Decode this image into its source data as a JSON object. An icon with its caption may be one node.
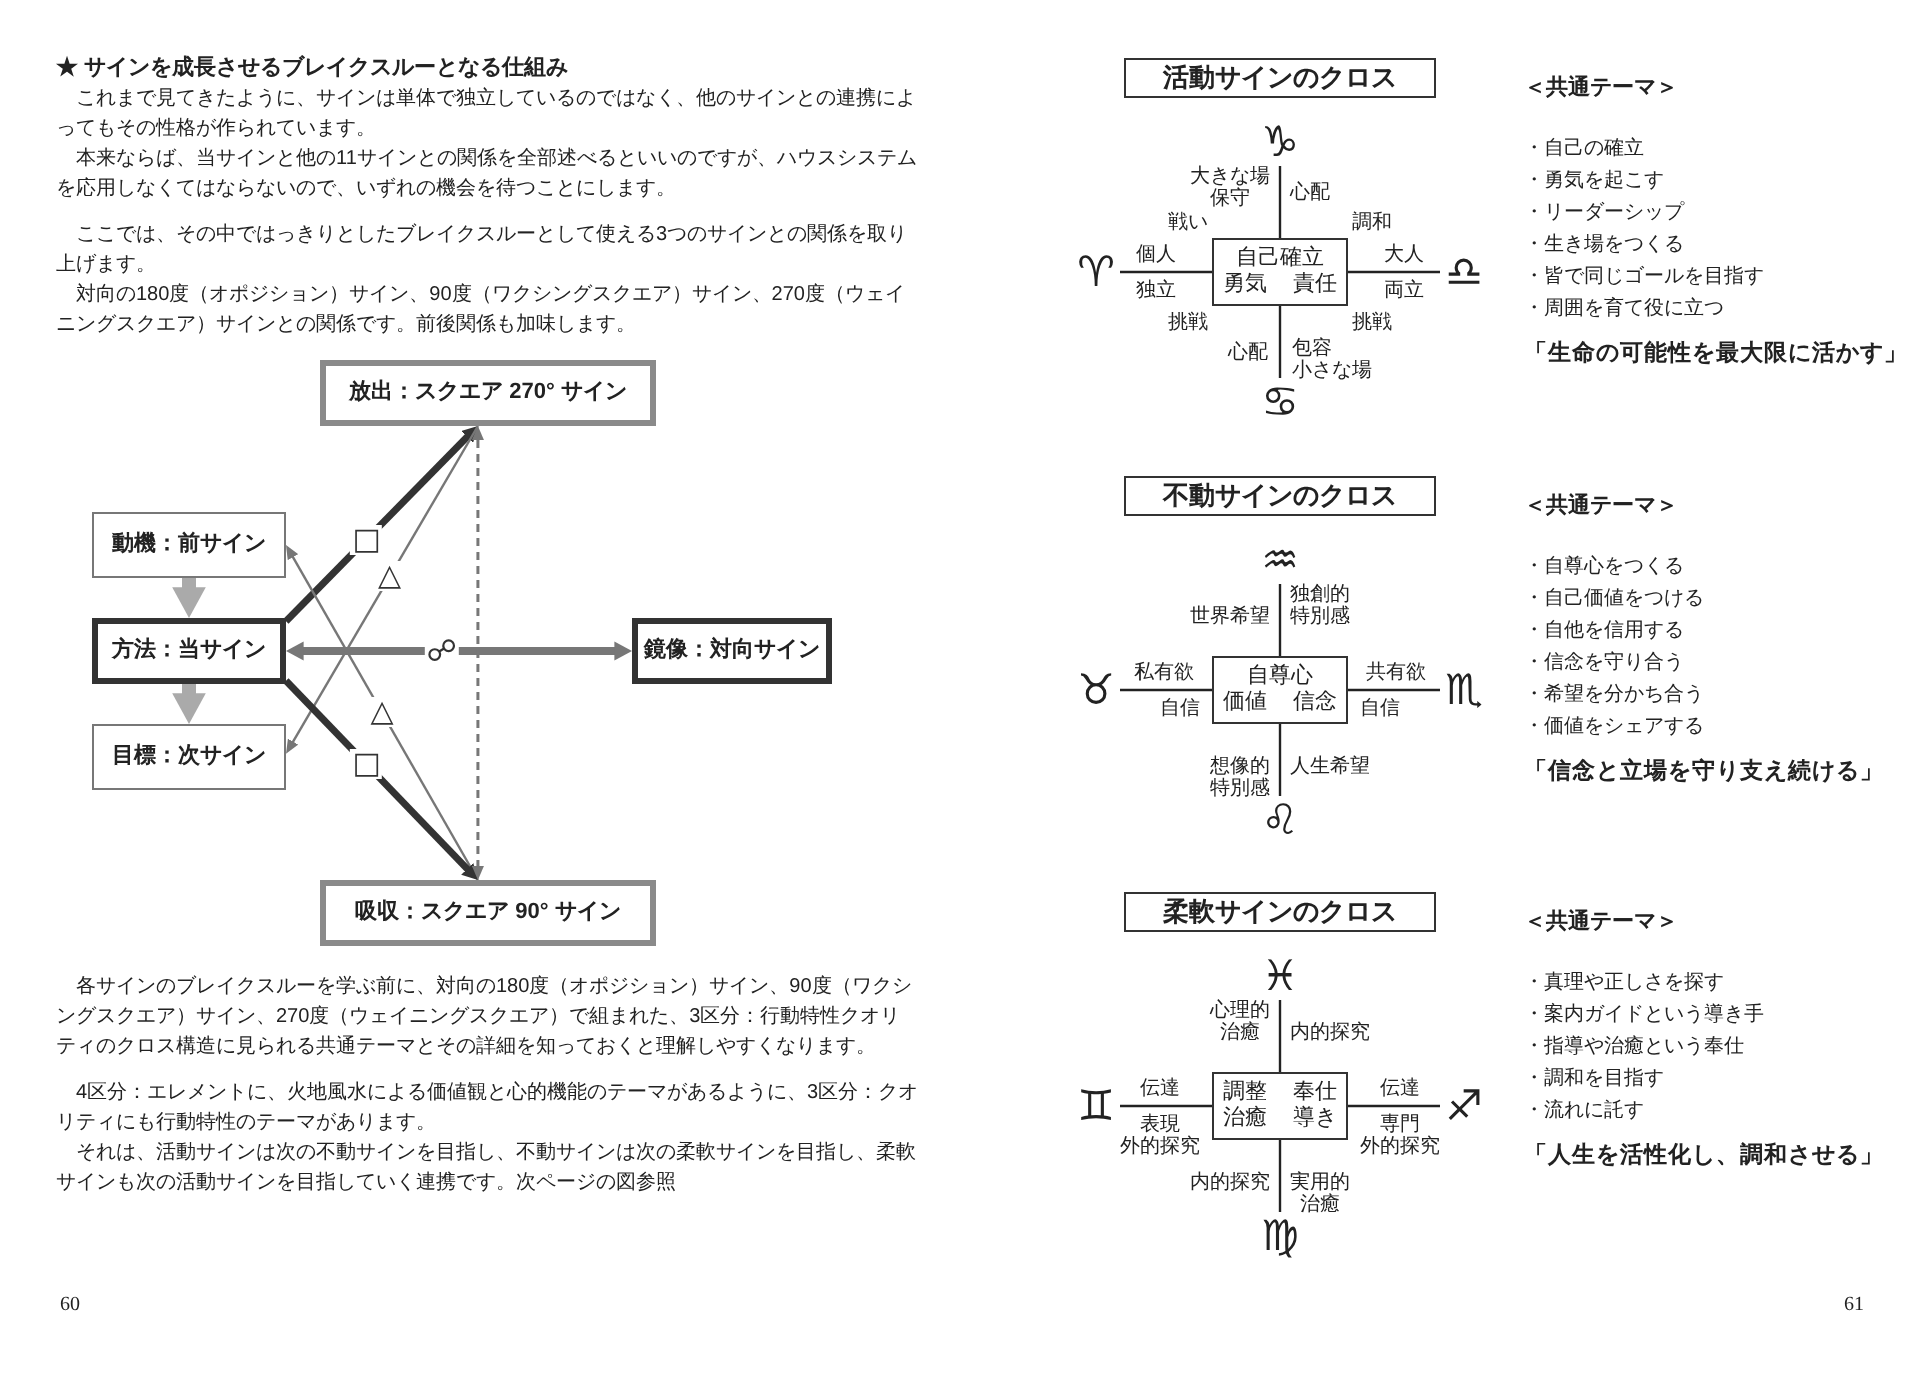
{
  "diagram": {
    "title": "★ サインを成長させるブレイクスルーとなる仕組み",
    "nodes": [
      {
        "text": [
          "放出：スクエア 270° サイン"
        ]
      },
      {
        "text": [
          "動機：前サイン"
        ]
      },
      {
        "text": [
          "方法：当サイン"
        ]
      },
      {
        "text": [
          "目標：次サイン"
        ]
      },
      {
        "text": [
          "鏡像：対向サイン"
        ]
      },
      {
        "text": [
          "吸収：スクエア 90° サイン"
        ]
      },
      {
        "text": [
          "活動サインのクロス"
        ]
      },
      {
        "text": [
          "自己確立",
          "勇気",
          "責任"
        ]
      },
      {
        "text": [
          "♑"
        ]
      },
      {
        "text": [
          "♈"
        ]
      },
      {
        "text": [
          "♎"
        ]
      },
      {
        "text": [
          "♋"
        ]
      },
      {
        "text": [
          "不動サインのクロス"
        ]
      },
      {
        "text": [
          "自尊心",
          "価値",
          "信念"
        ]
      },
      {
        "text": [
          "♒"
        ]
      },
      {
        "text": [
          "♉"
        ]
      },
      {
        "text": [
          "♏"
        ]
      },
      {
        "text": [
          "♌"
        ]
      },
      {
        "text": [
          "柔軟サインのクロス"
        ]
      },
      {
        "text": [
          "調整",
          "奉仕",
          "治癒",
          "導き"
        ]
      },
      {
        "text": [
          "♓"
        ]
      },
      {
        "text": [
          "♊"
        ]
      },
      {
        "text": [
          "♐"
        ]
      },
      {
        "text": [
          "♍"
        ]
      }
    ],
    "edges": [
      {
        "from": 1,
        "to": 2,
        "arrow": "to",
        "style": "thick",
        "color": "#aaaaaa"
      },
      {
        "from": 2,
        "to": 3,
        "arrow": "to",
        "style": "thick",
        "color": "#aaaaaa"
      },
      {
        "from": 2,
        "to": 4,
        "arrow": "both",
        "label": "☍",
        "style": "thick"
      },
      {
        "from": 2,
        "to": 0,
        "arrow": "to",
        "label": "□",
        "style": "thick",
        "color": "#333333"
      },
      {
        "from": 0,
        "to": 3,
        "arrow": "to",
        "label": "△"
      },
      {
        "from": 5,
        "to": 1,
        "arrow": "to",
        "label": "△"
      },
      {
        "from": 2,
        "to": 5,
        "arrow": "to",
        "label": "□",
        "style": "thick",
        "color": "#333333"
      },
      {
        "from": 5,
        "to": 0,
        "arrow": "both",
        "style": "dashed"
      },
      {
        "from": 7,
        "to": 8,
        "arrow": "none",
        "color": "#222222"
      },
      {
        "from": 7,
        "to": 9,
        "arrow": "none",
        "color": "#222222"
      },
      {
        "from": 7,
        "to": 10,
        "arrow": "none",
        "color": "#222222"
      },
      {
        "from": 7,
        "to": 11,
        "arrow": "none",
        "color": "#222222"
      },
      {
        "from": 13,
        "to": 14,
        "arrow": "none",
        "color": "#222222"
      },
      {
        "from": 13,
        "to": 15,
        "arrow": "none",
        "color": "#222222"
      },
      {
        "from": 13,
        "to": 16,
        "arrow": "none",
        "color": "#222222"
      },
      {
        "from": 13,
        "to": 17,
        "arrow": "none",
        "color": "#222222"
      },
      {
        "from": 19,
        "to": 20,
        "arrow": "none",
        "color": "#222222"
      },
      {
        "from": 19,
        "to": 21,
        "arrow": "none",
        "color": "#222222"
      },
      {
        "from": 19,
        "to": 22,
        "arrow": "none",
        "color": "#222222"
      },
      {
        "from": 19,
        "to": 23,
        "arrow": "none",
        "color": "#222222"
      }
    ],
    "labels": [
      "これまで見てきたように、サインは単体で独立しているのではなく、他のサインとの連携によってもその性格が作られています。",
      "本来ならば、当サインと他の11サインとの関係を全部述べるといいのですが、ハウスシステムを応用しなくてはならないので、いずれの機会を待つことにします。",
      "ここでは、その中ではっきりとしたブレイクスルーとして使える3つのサインとの関係を取り上げます。",
      "対向の180度（オポジション）サイン、90度（ワクシングスクエア）サイン、270度（ウェイニングスクエア）サインとの関係です。前後関係も加味します。",
      "各サインのブレイクスルーを学ぶ前に、対向の180度（オポジション）サイン、90度（ワクシングスクエア）サイン、270度（ウェイニングスクエア）で組まれた、3区分：行動特性クオリティのクロス構造に見られる共通テーマとその詳細を知っておくと理解しやすくなります。",
      "4区分：エレメントに、火地風水による価値観と心的機能のテーマがあるように、3区分：クオリティにも行動特性のテーマがあります。",
      "それは、活動サインは次の不動サインを目指し、不動サインは次の柔軟サインを目指し、柔軟サインも次の活動サインを目指していく連携です。次ページの図参照",
      "60",
      "大きな場",
      "保守",
      "心配",
      "戦い",
      "調和",
      "個人",
      "大人",
      "独立",
      "両立",
      "挑戦",
      "挑戦",
      "心配",
      "包容",
      "小さな場",
      "＜共通テーマ＞",
      "・自己の確立",
      "・勇気を起こす",
      "・リーダーシップ",
      "・生き場をつくる",
      "・皆で同じゴールを目指す",
      "・周囲を育て役に立つ",
      "「生命の可能性を最大限に活かす」",
      "独創的",
      "世界希望",
      "特別感",
      "私有欲",
      "共有欲",
      "自信",
      "自信",
      "想像的",
      "人生希望",
      "特別感",
      "＜共通テーマ＞",
      "・自尊心をつくる",
      "・自己価値をつける",
      "・自他を信用する",
      "・信念を守り合う",
      "・希望を分かち合う",
      "・価値をシェアする",
      "「信念と立場を守り支え続ける」",
      "心理的",
      "治癒",
      "内的探究",
      "伝達",
      "伝達",
      "表現",
      "専門",
      "外的探究",
      "外的探究",
      "内的探究",
      "実用的",
      "治癒",
      "＜共通テーマ＞",
      "・真理や正しさを探す",
      "・案内ガイドという導き手",
      "・指導や治癒という奉仕",
      "・調和を目指す",
      "・流れに託す",
      "「人生を活性化し、調和させる」",
      "61"
    ]
  }
}
